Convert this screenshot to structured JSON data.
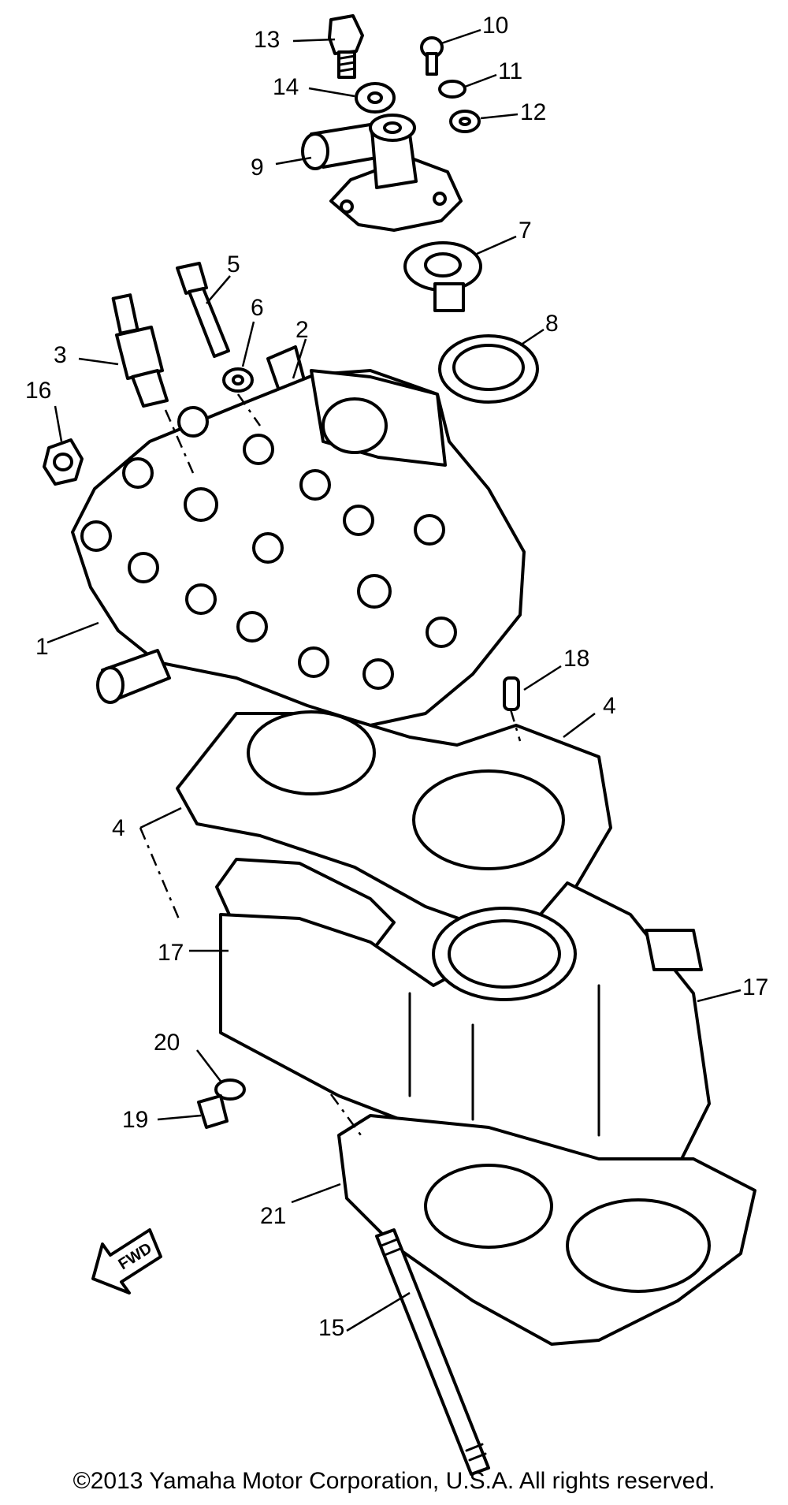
{
  "callouts": [
    "1",
    "2",
    "3",
    "4",
    "4",
    "5",
    "6",
    "7",
    "8",
    "9",
    "10",
    "11",
    "12",
    "13",
    "14",
    "15",
    "16",
    "17",
    "17",
    "18",
    "19",
    "20",
    "21"
  ],
  "fwd_label": "FWD",
  "copyright": "©2013 Yamaha Motor Corporation, U.S.A. All rights reserved."
}
